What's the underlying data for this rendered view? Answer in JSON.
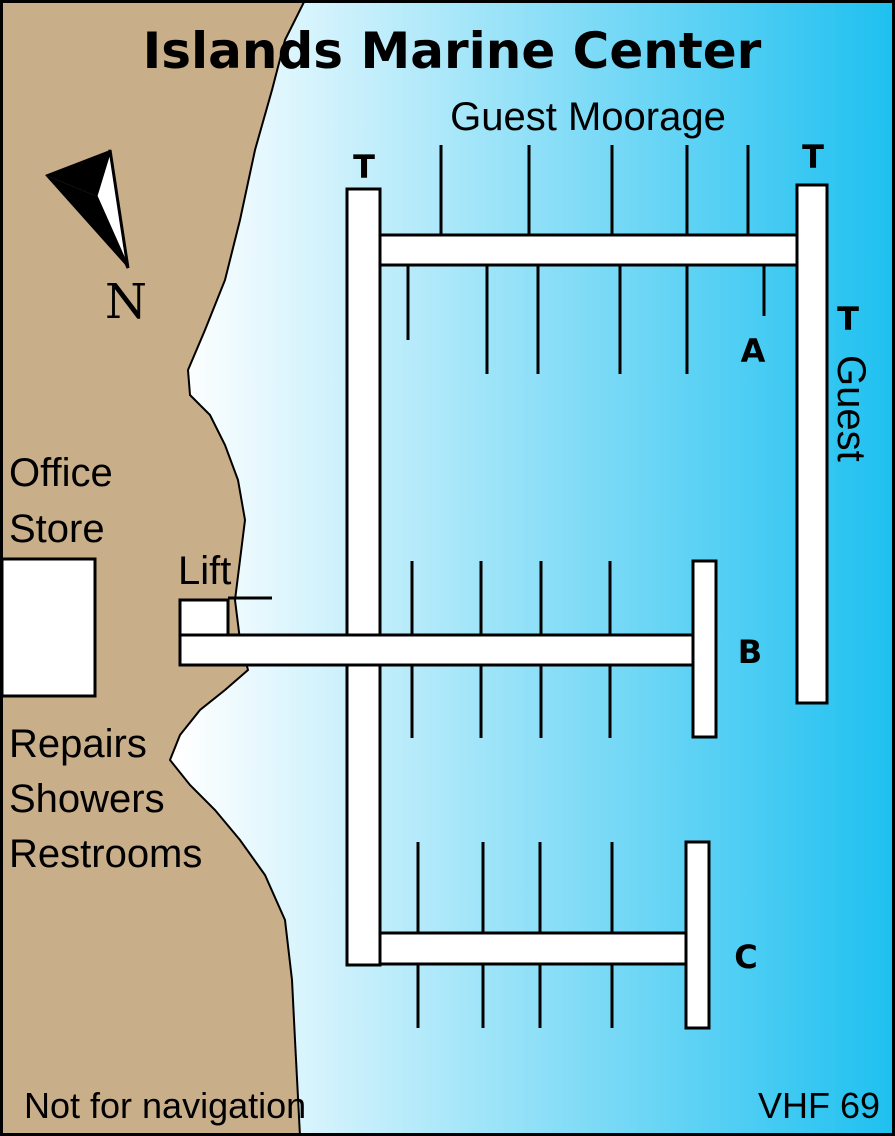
{
  "title": "Islands Marine Center",
  "guest_moorage": "Guest Moorage",
  "north_label": "N",
  "t_labels": {
    "left": "T",
    "right": "T",
    "east": "T"
  },
  "guest_vertical": "Guest",
  "docks": {
    "a": "A",
    "b": "B",
    "c": "C"
  },
  "shore_labels": {
    "office": "Office",
    "store": "Store",
    "lift": "Lift",
    "repairs": "Repairs",
    "showers": "Showers",
    "restrooms": "Restrooms"
  },
  "footer": {
    "disclaimer": "Not for navigation",
    "radio": "VHF 69"
  },
  "colors": {
    "land": "#c9ae8a",
    "water_light": "#ffffff",
    "water_dark": "#1ec0f0"
  }
}
